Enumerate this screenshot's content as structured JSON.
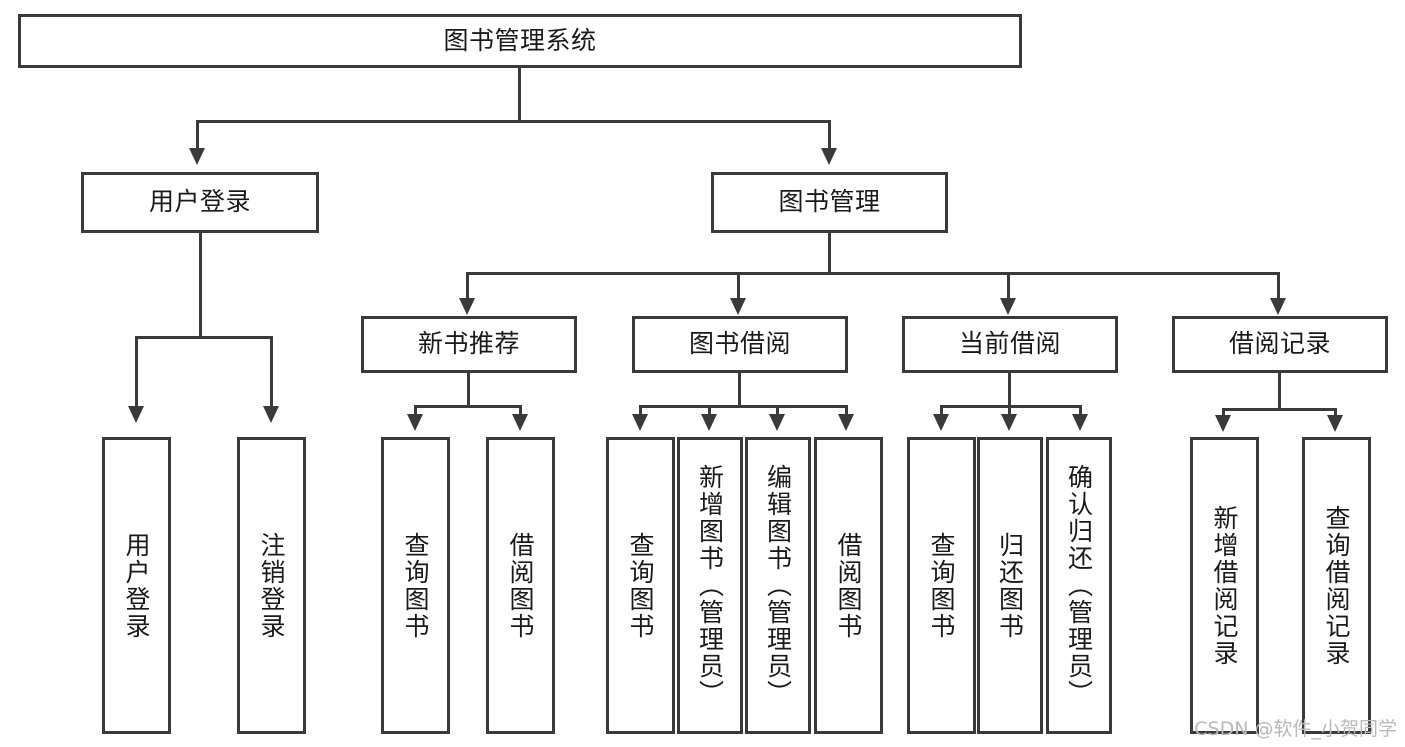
{
  "diagram": {
    "title": "图书管理系统",
    "type": "tree",
    "root": {
      "id": "root",
      "label": "图书管理系统"
    },
    "level2": [
      {
        "id": "user-login",
        "label": "用户登录"
      },
      {
        "id": "book-management",
        "label": "图书管理"
      }
    ],
    "level3": [
      {
        "id": "new-book-recommend",
        "label": "新书推荐",
        "parent": "book-management"
      },
      {
        "id": "book-borrow",
        "label": "图书借阅",
        "parent": "book-management"
      },
      {
        "id": "current-borrow",
        "label": "当前借阅",
        "parent": "book-management"
      },
      {
        "id": "borrow-record",
        "label": "借阅记录",
        "parent": "book-management"
      }
    ],
    "leaves": {
      "user_login": [
        {
          "id": "leaf-user-login",
          "label": "用户登录"
        },
        {
          "id": "leaf-logout",
          "label": "注销登录"
        }
      ],
      "new_book_recommend": [
        {
          "id": "leaf-query-book-1",
          "label": "查询图书"
        },
        {
          "id": "leaf-borrow-book-1",
          "label": "借阅图书"
        }
      ],
      "book_borrow": [
        {
          "id": "leaf-query-book-2",
          "label": "查询图书"
        },
        {
          "id": "leaf-add-book",
          "label": "新增图书（管理员）"
        },
        {
          "id": "leaf-edit-book",
          "label": "编辑图书（管理员）"
        },
        {
          "id": "leaf-borrow-book-2",
          "label": "借阅图书"
        }
      ],
      "current_borrow": [
        {
          "id": "leaf-query-book-3",
          "label": "查询图书"
        },
        {
          "id": "leaf-return-book",
          "label": "归还图书"
        },
        {
          "id": "leaf-confirm-return",
          "label": "确认归还（管理员）"
        }
      ],
      "borrow_record": [
        {
          "id": "leaf-add-record",
          "label": "新增借阅记录"
        },
        {
          "id": "leaf-query-record",
          "label": "查询借阅记录"
        }
      ]
    },
    "colors": {
      "stroke": "#3a3a3a",
      "fill": "#ffffff",
      "text": "#1a1a1a",
      "watermark": "#b9b9b9"
    }
  },
  "watermark": {
    "text": "CSDN @软件_小贺同学"
  }
}
